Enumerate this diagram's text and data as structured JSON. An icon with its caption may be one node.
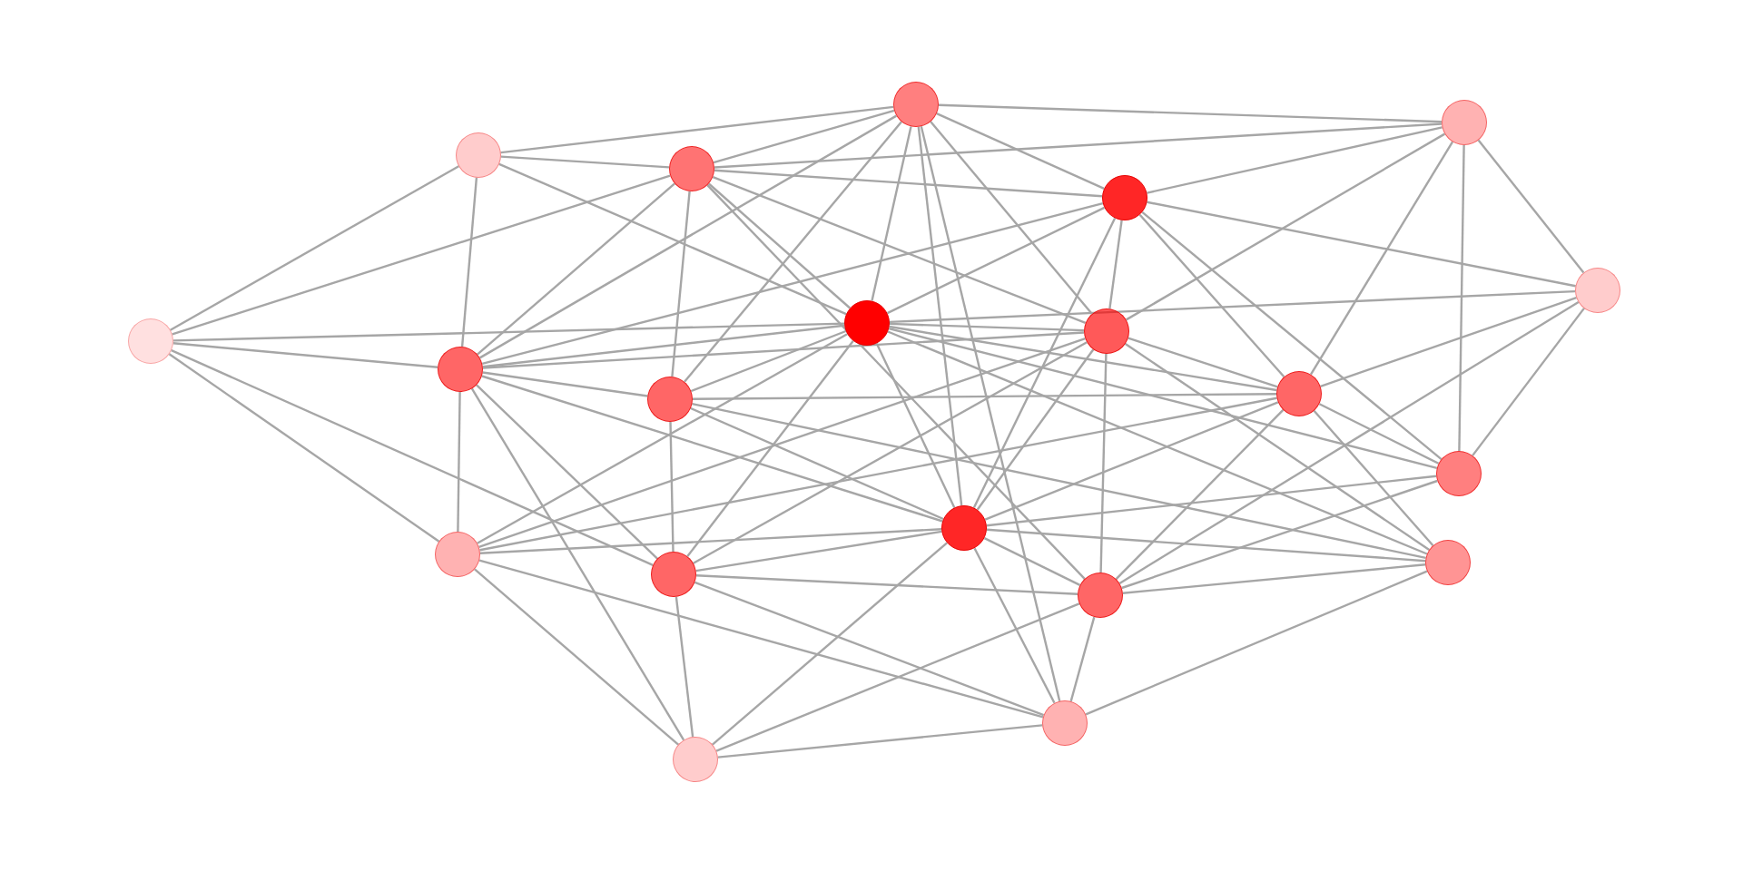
{
  "diagram": {
    "nodes": [
      {
        "text": [],
        "shape": "circle"
      },
      {
        "text": [],
        "shape": "circle"
      },
      {
        "text": [],
        "shape": "circle"
      },
      {
        "text": [],
        "shape": "circle"
      },
      {
        "text": [],
        "shape": "circle"
      },
      {
        "text": [],
        "shape": "circle"
      },
      {
        "text": [],
        "shape": "circle"
      },
      {
        "text": [],
        "shape": "circle"
      },
      {
        "text": [],
        "shape": "circle"
      },
      {
        "text": [],
        "shape": "circle"
      },
      {
        "text": [],
        "shape": "circle"
      },
      {
        "text": [],
        "shape": "circle"
      },
      {
        "text": [],
        "shape": "circle"
      },
      {
        "text": [],
        "shape": "circle"
      },
      {
        "text": [],
        "shape": "circle"
      },
      {
        "text": [],
        "shape": "circle"
      },
      {
        "text": [],
        "shape": "circle"
      },
      {
        "text": [],
        "shape": "circle"
      },
      {
        "text": [],
        "shape": "circle"
      },
      {
        "text": [],
        "shape": "circle"
      }
    ],
    "edges": [
      {
        "from": 7,
        "to": 2,
        "arrow": "none"
      },
      {
        "from": 7,
        "to": 3,
        "arrow": "none"
      },
      {
        "from": 7,
        "to": 6,
        "arrow": "none"
      },
      {
        "from": 7,
        "to": 9,
        "arrow": "none"
      },
      {
        "from": 7,
        "to": 14,
        "arrow": "none"
      },
      {
        "from": 7,
        "to": 16,
        "arrow": "none"
      },
      {
        "from": 2,
        "to": 0,
        "arrow": "none"
      },
      {
        "from": 2,
        "to": 3,
        "arrow": "none"
      },
      {
        "from": 2,
        "to": 6,
        "arrow": "none"
      },
      {
        "from": 2,
        "to": 9,
        "arrow": "none"
      },
      {
        "from": 9,
        "to": 14,
        "arrow": "none"
      },
      {
        "from": 9,
        "to": 3,
        "arrow": "none"
      },
      {
        "from": 9,
        "to": 0,
        "arrow": "none"
      },
      {
        "from": 9,
        "to": 4,
        "arrow": "none"
      },
      {
        "from": 9,
        "to": 6,
        "arrow": "none"
      },
      {
        "from": 9,
        "to": 8,
        "arrow": "none"
      },
      {
        "from": 9,
        "to": 10,
        "arrow": "none"
      },
      {
        "from": 9,
        "to": 19,
        "arrow": "none"
      },
      {
        "from": 9,
        "to": 16,
        "arrow": "none"
      },
      {
        "from": 9,
        "to": 13,
        "arrow": "none"
      },
      {
        "from": 3,
        "to": 0,
        "arrow": "none"
      },
      {
        "from": 3,
        "to": 4,
        "arrow": "none"
      },
      {
        "from": 3,
        "to": 1,
        "arrow": "none"
      },
      {
        "from": 3,
        "to": 10,
        "arrow": "none"
      },
      {
        "from": 3,
        "to": 6,
        "arrow": "none"
      },
      {
        "from": 3,
        "to": 17,
        "arrow": "none"
      },
      {
        "from": 3,
        "to": 8,
        "arrow": "none"
      },
      {
        "from": 0,
        "to": 1,
        "arrow": "none"
      },
      {
        "from": 0,
        "to": 4,
        "arrow": "none"
      },
      {
        "from": 0,
        "to": 6,
        "arrow": "none"
      },
      {
        "from": 0,
        "to": 10,
        "arrow": "none"
      },
      {
        "from": 0,
        "to": 13,
        "arrow": "none"
      },
      {
        "from": 0,
        "to": 18,
        "arrow": "none"
      },
      {
        "from": 0,
        "to": 8,
        "arrow": "none"
      },
      {
        "from": 1,
        "to": 4,
        "arrow": "none"
      },
      {
        "from": 1,
        "to": 8,
        "arrow": "none"
      },
      {
        "from": 1,
        "to": 11,
        "arrow": "none"
      },
      {
        "from": 1,
        "to": 12,
        "arrow": "none"
      },
      {
        "from": 1,
        "to": 5,
        "arrow": "none"
      },
      {
        "from": 4,
        "to": 5,
        "arrow": "none"
      },
      {
        "from": 4,
        "to": 11,
        "arrow": "none"
      },
      {
        "from": 4,
        "to": 12,
        "arrow": "none"
      },
      {
        "from": 4,
        "to": 8,
        "arrow": "none"
      },
      {
        "from": 4,
        "to": 6,
        "arrow": "none"
      },
      {
        "from": 4,
        "to": 13,
        "arrow": "none"
      },
      {
        "from": 5,
        "to": 6,
        "arrow": "none"
      },
      {
        "from": 5,
        "to": 11,
        "arrow": "none"
      },
      {
        "from": 5,
        "to": 17,
        "arrow": "none"
      },
      {
        "from": 5,
        "to": 12,
        "arrow": "none"
      },
      {
        "from": 11,
        "to": 6,
        "arrow": "none"
      },
      {
        "from": 11,
        "to": 10,
        "arrow": "none"
      },
      {
        "from": 11,
        "to": 17,
        "arrow": "none"
      },
      {
        "from": 11,
        "to": 15,
        "arrow": "none"
      },
      {
        "from": 11,
        "to": 12,
        "arrow": "none"
      },
      {
        "from": 11,
        "to": 13,
        "arrow": "none"
      },
      {
        "from": 11,
        "to": 14,
        "arrow": "none"
      },
      {
        "from": 6,
        "to": 10,
        "arrow": "none"
      },
      {
        "from": 6,
        "to": 13,
        "arrow": "none"
      },
      {
        "from": 6,
        "to": 16,
        "arrow": "none"
      },
      {
        "from": 6,
        "to": 14,
        "arrow": "none"
      },
      {
        "from": 6,
        "to": 8,
        "arrow": "none"
      },
      {
        "from": 6,
        "to": 15,
        "arrow": "none"
      },
      {
        "from": 6,
        "to": 12,
        "arrow": "none"
      },
      {
        "from": 8,
        "to": 11,
        "arrow": "none"
      },
      {
        "from": 8,
        "to": 15,
        "arrow": "none"
      },
      {
        "from": 8,
        "to": 13,
        "arrow": "none"
      },
      {
        "from": 8,
        "to": 16,
        "arrow": "none"
      },
      {
        "from": 8,
        "to": 17,
        "arrow": "none"
      },
      {
        "from": 8,
        "to": 14,
        "arrow": "none"
      },
      {
        "from": 10,
        "to": 16,
        "arrow": "none"
      },
      {
        "from": 10,
        "to": 13,
        "arrow": "none"
      },
      {
        "from": 10,
        "to": 15,
        "arrow": "none"
      },
      {
        "from": 12,
        "to": 13,
        "arrow": "none"
      },
      {
        "from": 12,
        "to": 17,
        "arrow": "none"
      },
      {
        "from": 15,
        "to": 13,
        "arrow": "none"
      },
      {
        "from": 15,
        "to": 17,
        "arrow": "none"
      },
      {
        "from": 15,
        "to": 18,
        "arrow": "none"
      },
      {
        "from": 13,
        "to": 16,
        "arrow": "none"
      },
      {
        "from": 13,
        "to": 17,
        "arrow": "none"
      },
      {
        "from": 13,
        "to": 18,
        "arrow": "none"
      },
      {
        "from": 13,
        "to": 19,
        "arrow": "none"
      },
      {
        "from": 13,
        "to": 14,
        "arrow": "none"
      },
      {
        "from": 14,
        "to": 18,
        "arrow": "none"
      },
      {
        "from": 14,
        "to": 19,
        "arrow": "none"
      },
      {
        "from": 16,
        "to": 17,
        "arrow": "none"
      },
      {
        "from": 16,
        "to": 18,
        "arrow": "none"
      },
      {
        "from": 16,
        "to": 19,
        "arrow": "none"
      },
      {
        "from": 17,
        "to": 18,
        "arrow": "none"
      },
      {
        "from": 17,
        "to": 19,
        "arrow": "none"
      },
      {
        "from": 18,
        "to": 19,
        "arrow": "none"
      }
    ]
  }
}
